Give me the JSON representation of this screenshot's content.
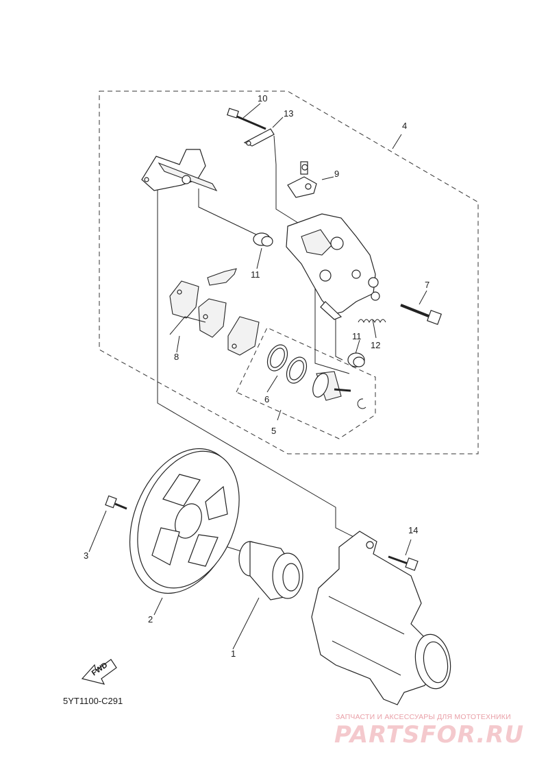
{
  "diagram": {
    "callouts": [
      "1",
      "2",
      "3",
      "4",
      "5",
      "6",
      "7",
      "8",
      "9",
      "10",
      "11",
      "11",
      "12",
      "13",
      "14"
    ],
    "fwd_label": "FWD",
    "part_code": "5YT1100-C291"
  },
  "watermark": {
    "subtitle": "ЗАПЧАСТИ И АКСЕССУАРЫ ДЛЯ МОТОТЕХНИКИ",
    "logo_text": "PARTSFOR.RU"
  },
  "colors": {
    "line": "#222222",
    "watermark": "#e9a0a8"
  }
}
